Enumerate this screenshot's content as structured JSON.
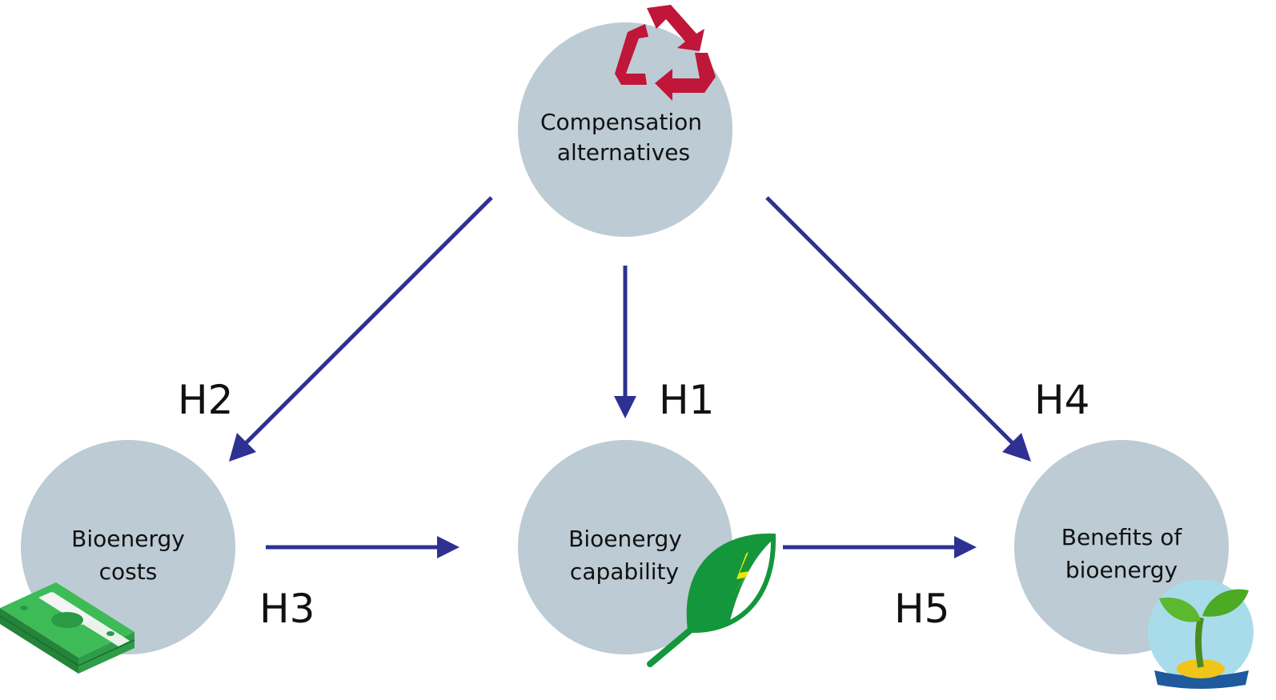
{
  "diagram": {
    "nodes": {
      "compensation": {
        "line1": "Compensation",
        "line2": "alternatives",
        "icon": "recycle-icon"
      },
      "costs": {
        "line1": "Bioenergy",
        "line2": "costs",
        "icon": "money-stack-icon"
      },
      "capability": {
        "line1": "Bioenergy",
        "line2": "capability",
        "icon": "leaf-lightning-icon"
      },
      "benefits": {
        "line1": "Benefits of",
        "line2": "bioenergy",
        "icon": "seedling-icon"
      }
    },
    "hypotheses": {
      "h1": "H1",
      "h2": "H2",
      "h3": "H3",
      "h4": "H4",
      "h5": "H5"
    },
    "colors": {
      "node_fill": "#bccbd4",
      "arrow": "#2e3192",
      "recycle": "#c0163a",
      "money": "#2ea84a",
      "leaf": "#14963c",
      "bolt": "#f2e600",
      "sprout": "#5cb82e",
      "soil": "#f0c419",
      "pot_bg": "#a9dcea"
    }
  }
}
